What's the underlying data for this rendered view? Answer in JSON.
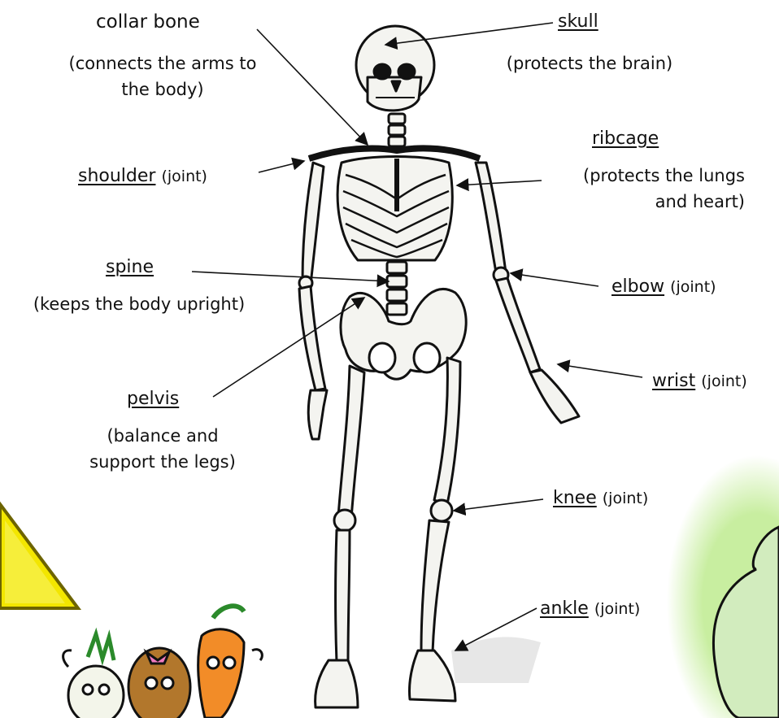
{
  "labels": {
    "collar_bone": {
      "term": "collar bone",
      "desc_line1": "(connects the arms to",
      "desc_line2": "the body)"
    },
    "skull": {
      "term": "skull",
      "desc": "(protects the brain)"
    },
    "ribcage": {
      "term": "ribcage",
      "desc_line1": "(protects the lungs",
      "desc_line2": "and heart)"
    },
    "shoulder": {
      "term": "shoulder",
      "note": "(joint)"
    },
    "spine": {
      "term": "spine",
      "desc": "(keeps the body upright)"
    },
    "elbow": {
      "term": "elbow",
      "note": "(joint)"
    },
    "pelvis": {
      "term": "pelvis",
      "desc_line1": "(balance and",
      "desc_line2": "support the legs)"
    },
    "wrist": {
      "term": "wrist",
      "note": "(joint)"
    },
    "knee": {
      "term": "knee",
      "note": "(joint)"
    },
    "ankle": {
      "term": "ankle",
      "note": "(joint)"
    }
  },
  "colors": {
    "bone": "#f4f4f0",
    "outline": "#111111",
    "triangle": "#f3e600",
    "green_glow": "#b9ea8c",
    "green_fill": "#cfe7b8"
  }
}
